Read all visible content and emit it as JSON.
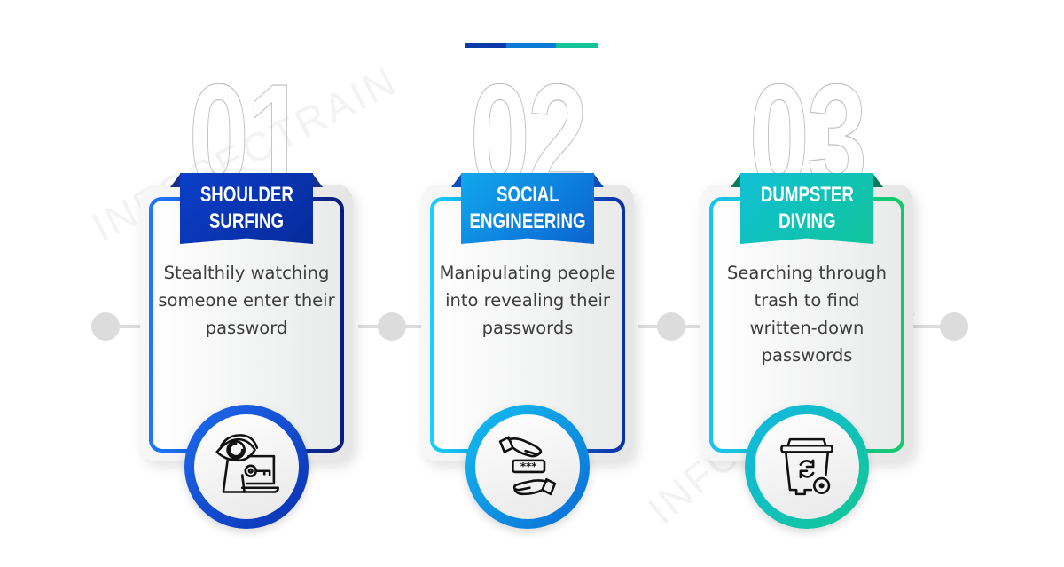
{
  "header": {
    "accent_bar_colors": [
      "#0a3aa8",
      "#0f7ad6",
      "#12c49a"
    ]
  },
  "watermark": {
    "text": "INFOSECTRAIN"
  },
  "steps": [
    {
      "number": "01",
      "title_line1": "SHOULDER",
      "title_line2": "SURFING",
      "description": "Stealthily watching someone enter their password",
      "icon": "eye-keyhole-laptop-key-icon",
      "colors": {
        "ribbon_from": "#0b3fc9",
        "ribbon_to": "#062a9a",
        "tip": "#1a2f8a",
        "border_from": "#1e78ff",
        "border_to": "#0a1b7a",
        "ring_from": "#1e6cf0",
        "ring_to": "#0a2fb0"
      }
    },
    {
      "number": "02",
      "title_line1": "SOCIAL",
      "title_line2": "ENGINEERING",
      "description": "Manipulating people into revealing their passwords",
      "icon": "hands-password-icon",
      "colors": {
        "ribbon_from": "#11a8ee",
        "ribbon_to": "#0a62d0",
        "tip": "#0b4eb8",
        "border_from": "#18d0ff",
        "border_to": "#0a2fa8",
        "ring_from": "#14c0f0",
        "ring_to": "#0a6ad6"
      }
    },
    {
      "number": "03",
      "title_line1": "DUMPSTER",
      "title_line2": "DIVING",
      "description": "Searching through trash to find written-down passwords",
      "icon": "recycle-bin-icon",
      "colors": {
        "ribbon_from": "#10c0d6",
        "ribbon_to": "#10c49a",
        "tip": "#0a7a5a",
        "border_from": "#18c4f0",
        "border_to": "#14c86a",
        "ring_from": "#10b8e6",
        "ring_to": "#14c890"
      }
    }
  ]
}
